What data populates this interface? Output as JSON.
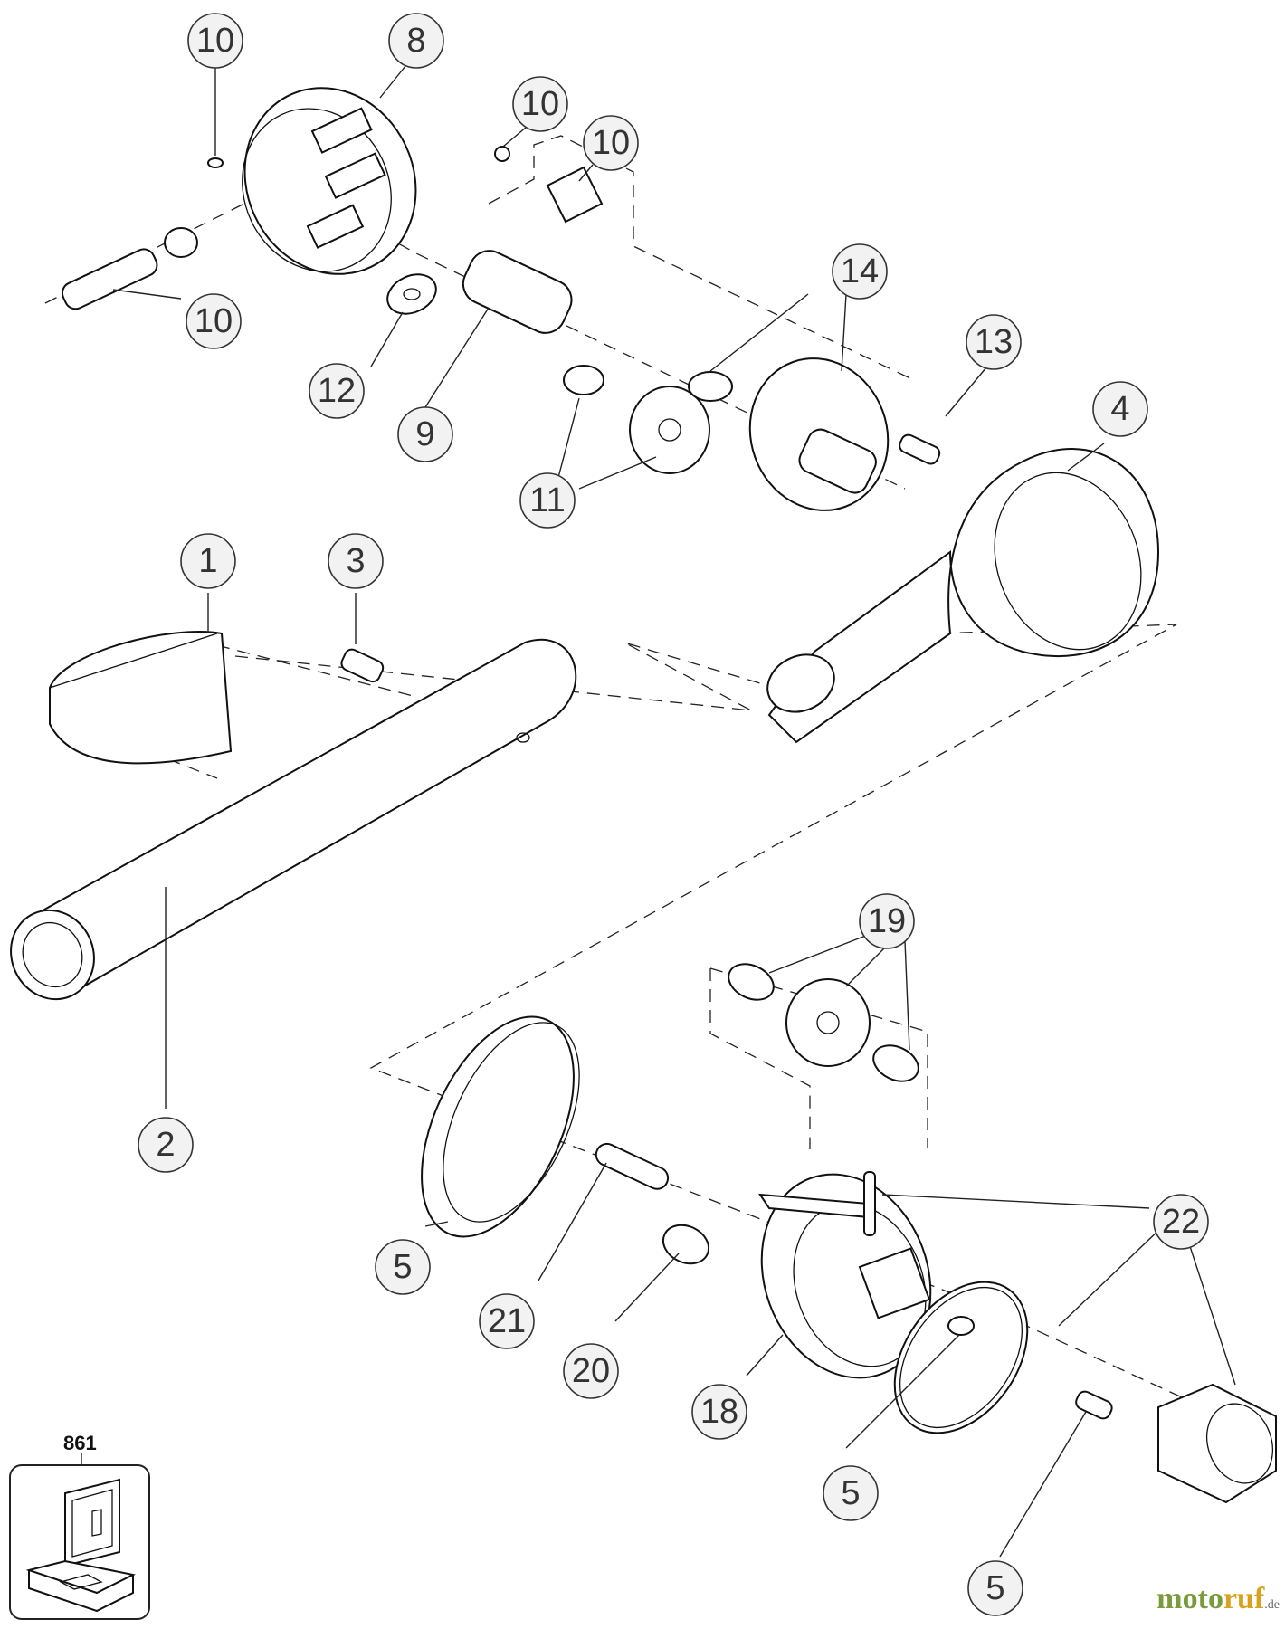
{
  "diagram": {
    "callouts": [
      {
        "id": "c-10a",
        "label": "10"
      },
      {
        "id": "c-8",
        "label": "8"
      },
      {
        "id": "c-10b",
        "label": "10"
      },
      {
        "id": "c-10c",
        "label": "10"
      },
      {
        "id": "c-10d",
        "label": "10"
      },
      {
        "id": "c-14",
        "label": "14"
      },
      {
        "id": "c-13",
        "label": "13"
      },
      {
        "id": "c-12",
        "label": "12"
      },
      {
        "id": "c-9",
        "label": "9"
      },
      {
        "id": "c-11",
        "label": "11"
      },
      {
        "id": "c-4",
        "label": "4"
      },
      {
        "id": "c-1",
        "label": "1"
      },
      {
        "id": "c-3",
        "label": "3"
      },
      {
        "id": "c-19",
        "label": "19"
      },
      {
        "id": "c-2",
        "label": "2"
      },
      {
        "id": "c-22",
        "label": "22"
      },
      {
        "id": "c-5a",
        "label": "5"
      },
      {
        "id": "c-21",
        "label": "21"
      },
      {
        "id": "c-20",
        "label": "20"
      },
      {
        "id": "c-18",
        "label": "18"
      },
      {
        "id": "c-5b",
        "label": "5"
      },
      {
        "id": "c-5c",
        "label": "5"
      }
    ],
    "kit": {
      "label": "861"
    },
    "watermark": {
      "part1": "moto",
      "part2": "ruf",
      "suffix": ".de"
    }
  }
}
